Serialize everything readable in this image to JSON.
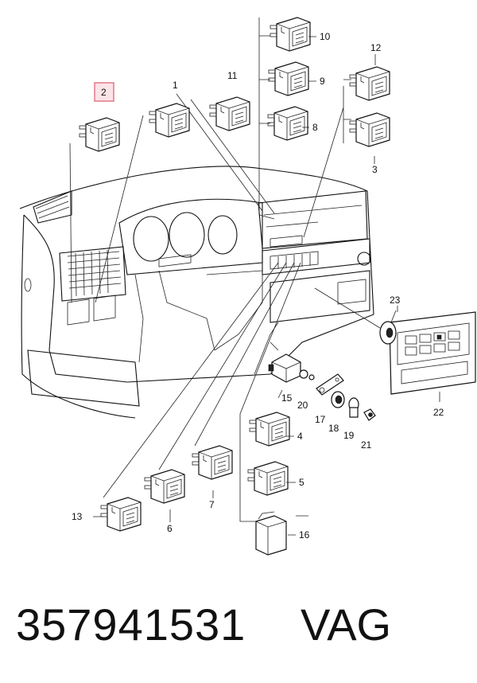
{
  "callouts": [
    {
      "id": "1",
      "text": "1"
    },
    {
      "id": "2",
      "text": "2",
      "highlight": true
    },
    {
      "id": "3",
      "text": "3"
    },
    {
      "id": "4",
      "text": "4"
    },
    {
      "id": "5",
      "text": "5"
    },
    {
      "id": "6",
      "text": "6"
    },
    {
      "id": "7",
      "text": "7"
    },
    {
      "id": "8",
      "text": "8"
    },
    {
      "id": "9",
      "text": "9"
    },
    {
      "id": "10",
      "text": "10"
    },
    {
      "id": "11",
      "text": "11"
    },
    {
      "id": "12",
      "text": "12"
    },
    {
      "id": "13",
      "text": "13"
    },
    {
      "id": "15",
      "text": "15"
    },
    {
      "id": "16",
      "text": "16"
    },
    {
      "id": "17",
      "text": "17"
    },
    {
      "id": "18",
      "text": "18"
    },
    {
      "id": "19",
      "text": "19"
    },
    {
      "id": "20",
      "text": "20"
    },
    {
      "id": "21",
      "text": "21"
    },
    {
      "id": "22",
      "text": "22"
    },
    {
      "id": "23",
      "text": "23"
    }
  ],
  "colors": {
    "highlight_border": "#e07a8a",
    "highlight_fill": "#fbe3e7",
    "ink": "#111111"
  },
  "footer": {
    "part_number": "357941531",
    "brand": "VAG"
  }
}
